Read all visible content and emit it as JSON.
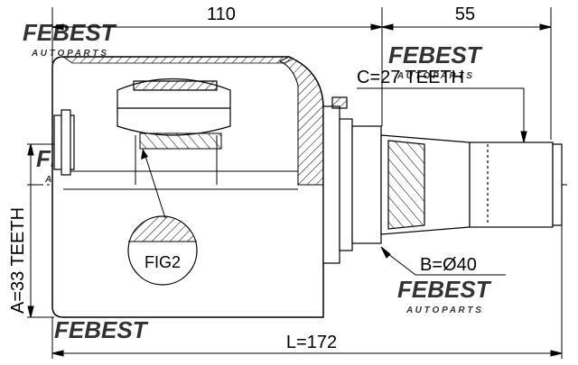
{
  "diagram": {
    "dimensions": {
      "housing_length": "110",
      "stub_length": "55",
      "overall_length": "L=172"
    },
    "callouts": {
      "outer_spline": "C=27 TEETH",
      "inner_spline": "A=33 TEETH",
      "seal_diameter": "B=Ø40",
      "detail_view": "FIG2"
    },
    "watermark": {
      "brand": "FEBEST",
      "subtitle": "A U T O   P A R T S"
    },
    "colors": {
      "line": "#000000",
      "background": "#ffffff",
      "watermark": "#d9d9d9"
    }
  }
}
